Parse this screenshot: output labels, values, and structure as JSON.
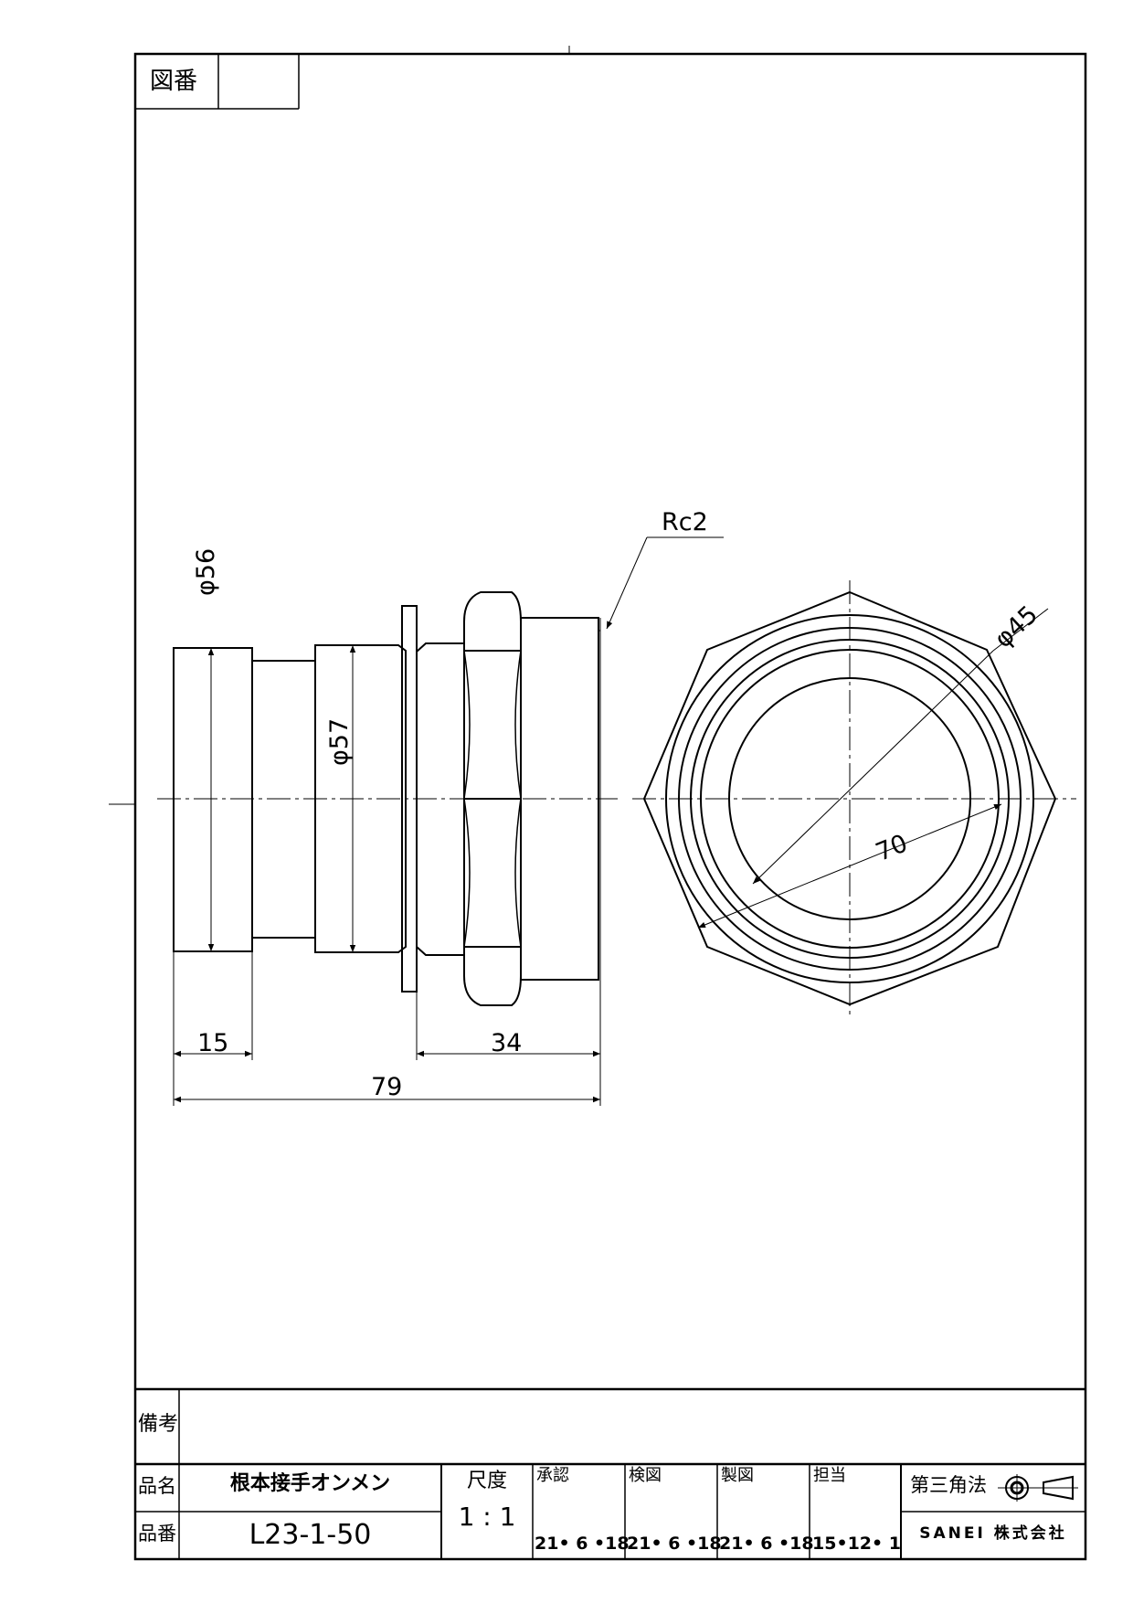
{
  "drawing_number_label": "図番",
  "drawing_number_value": "",
  "remarks_label": "備考",
  "remarks_value": "",
  "product_name_label": "品名",
  "product_name": "根本接手オンメン",
  "product_number_label": "品番",
  "product_number": "L23-1-50",
  "scale_label": "尺度",
  "scale_value": "1 : 1",
  "approval_label": "承認",
  "approval_date": "21• 6 •18",
  "check_label": "検図",
  "check_date": "21• 6 •18",
  "drafting_label": "製図",
  "drafting_date": "21• 6 •18",
  "in_charge_label": "担当",
  "in_charge_date": "15•12• 1",
  "projection_label": "第三角法",
  "company": "SANEI 株式会社",
  "dimensions": {
    "dia_56": "φ56",
    "dia_57": "φ57",
    "dia_45": "φ45",
    "thread": "Rc2",
    "len_15": "15",
    "len_34": "34",
    "len_79": "79",
    "across_70": "70"
  }
}
